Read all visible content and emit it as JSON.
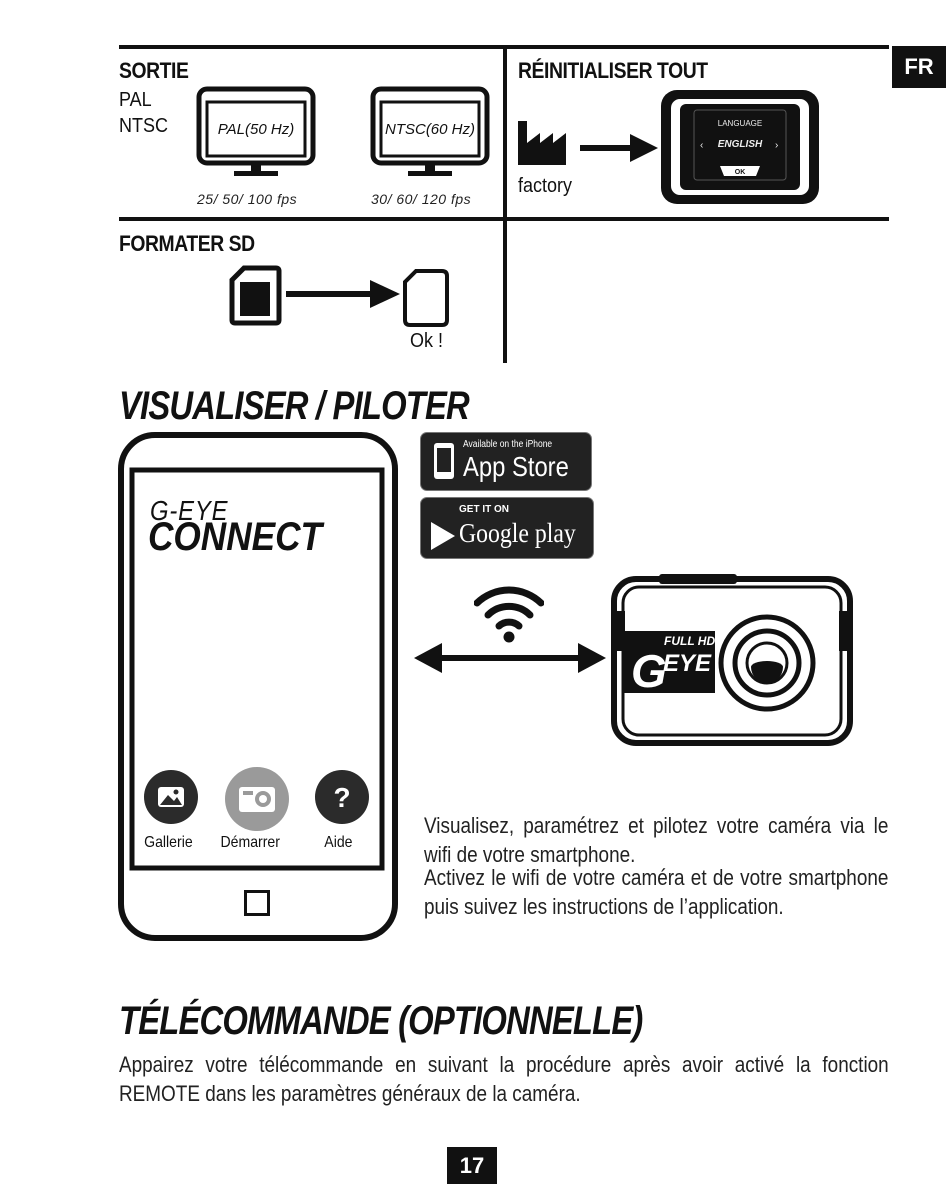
{
  "badge": "FR",
  "page_number": "17",
  "sortie": {
    "title": "SORTIE",
    "opt1": "PAL",
    "opt2": "NTSC",
    "screen_pal": "PAL(50 Hz)",
    "screen_ntsc": "NTSC(60 Hz)",
    "fps_pal": "25/ 50/ 100 fps",
    "fps_ntsc": "30/ 60/ 120 fps"
  },
  "reset": {
    "title": "RÉINITIALISER TOUT",
    "factory_label": "factory",
    "cam_lang_label": "LANGUAGE",
    "cam_lang_value": "ENGLISH",
    "cam_ok": "OK"
  },
  "format": {
    "title": "FORMATER SD",
    "ok_label": "Ok !"
  },
  "visualiser": {
    "title": "VISUALISER / PILOTER",
    "app_brand_small": "G-EYE",
    "app_brand_big": "CONNECT",
    "appstore_small": "Available on the iPhone",
    "appstore_big": "App Store",
    "gplay_small": "GET IT ON",
    "gplay_big": "Google play",
    "nav_gallery": "Gallerie",
    "nav_start": "Démarrer",
    "nav_help": "Aide",
    "camera_label_top": "FULL HD",
    "camera_label_brand": "EYE",
    "paragraph1": "Visualisez, paramétrez et pilotez votre caméra via le wifi de votre smartphone.",
    "paragraph2": "Activez le wifi de votre caméra et de votre smartphone puis suivez les instructions de l’application."
  },
  "telecommande": {
    "title": "TÉLÉCOMMANDE (OPTIONNELLE)",
    "paragraph": "Appairez votre télécommande en suivant la procédure après avoir activé la fonction REMOTE dans les paramètres généraux de la caméra."
  },
  "icons": [
    "monitor-icon",
    "factory-icon",
    "camera-icon",
    "sd-card-icon",
    "file-icon",
    "smartphone-icon",
    "wifi-icon",
    "gallery-icon",
    "camera-start-icon",
    "help-icon",
    "home-button-icon",
    "apple-icon",
    "google-play-icon"
  ]
}
